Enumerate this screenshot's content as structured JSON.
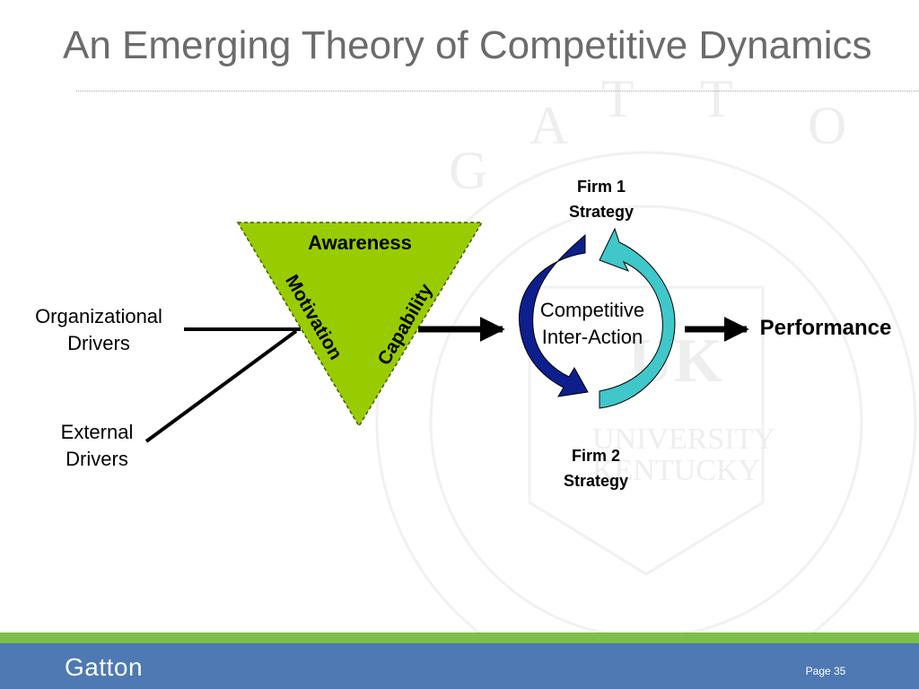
{
  "slide": {
    "title": "An Emerging Theory of Competitive Dynamics",
    "page": "Page 35"
  },
  "diagram": {
    "inputs": [
      {
        "id": "org",
        "lines": [
          "Organizational",
          "Drivers"
        ]
      },
      {
        "id": "ext",
        "lines": [
          "External",
          "Drivers"
        ]
      }
    ],
    "triangle": {
      "top": "Awareness",
      "left": "Motivation",
      "right": "Capability",
      "fill": "#99cc00"
    },
    "cycle": {
      "center": [
        "Competitive",
        "Inter-Action"
      ],
      "top": [
        "Firm 1",
        "Strategy"
      ],
      "bottom": [
        "Firm 2",
        "Strategy"
      ],
      "colors": {
        "firm1": "#0d1f8c",
        "firm2": "#3fc7c9"
      }
    },
    "outcome": "Performance"
  },
  "footer": {
    "logo": "Gatton",
    "colors": {
      "band": "#7ebf4a",
      "bar": "#4e79b2"
    }
  }
}
